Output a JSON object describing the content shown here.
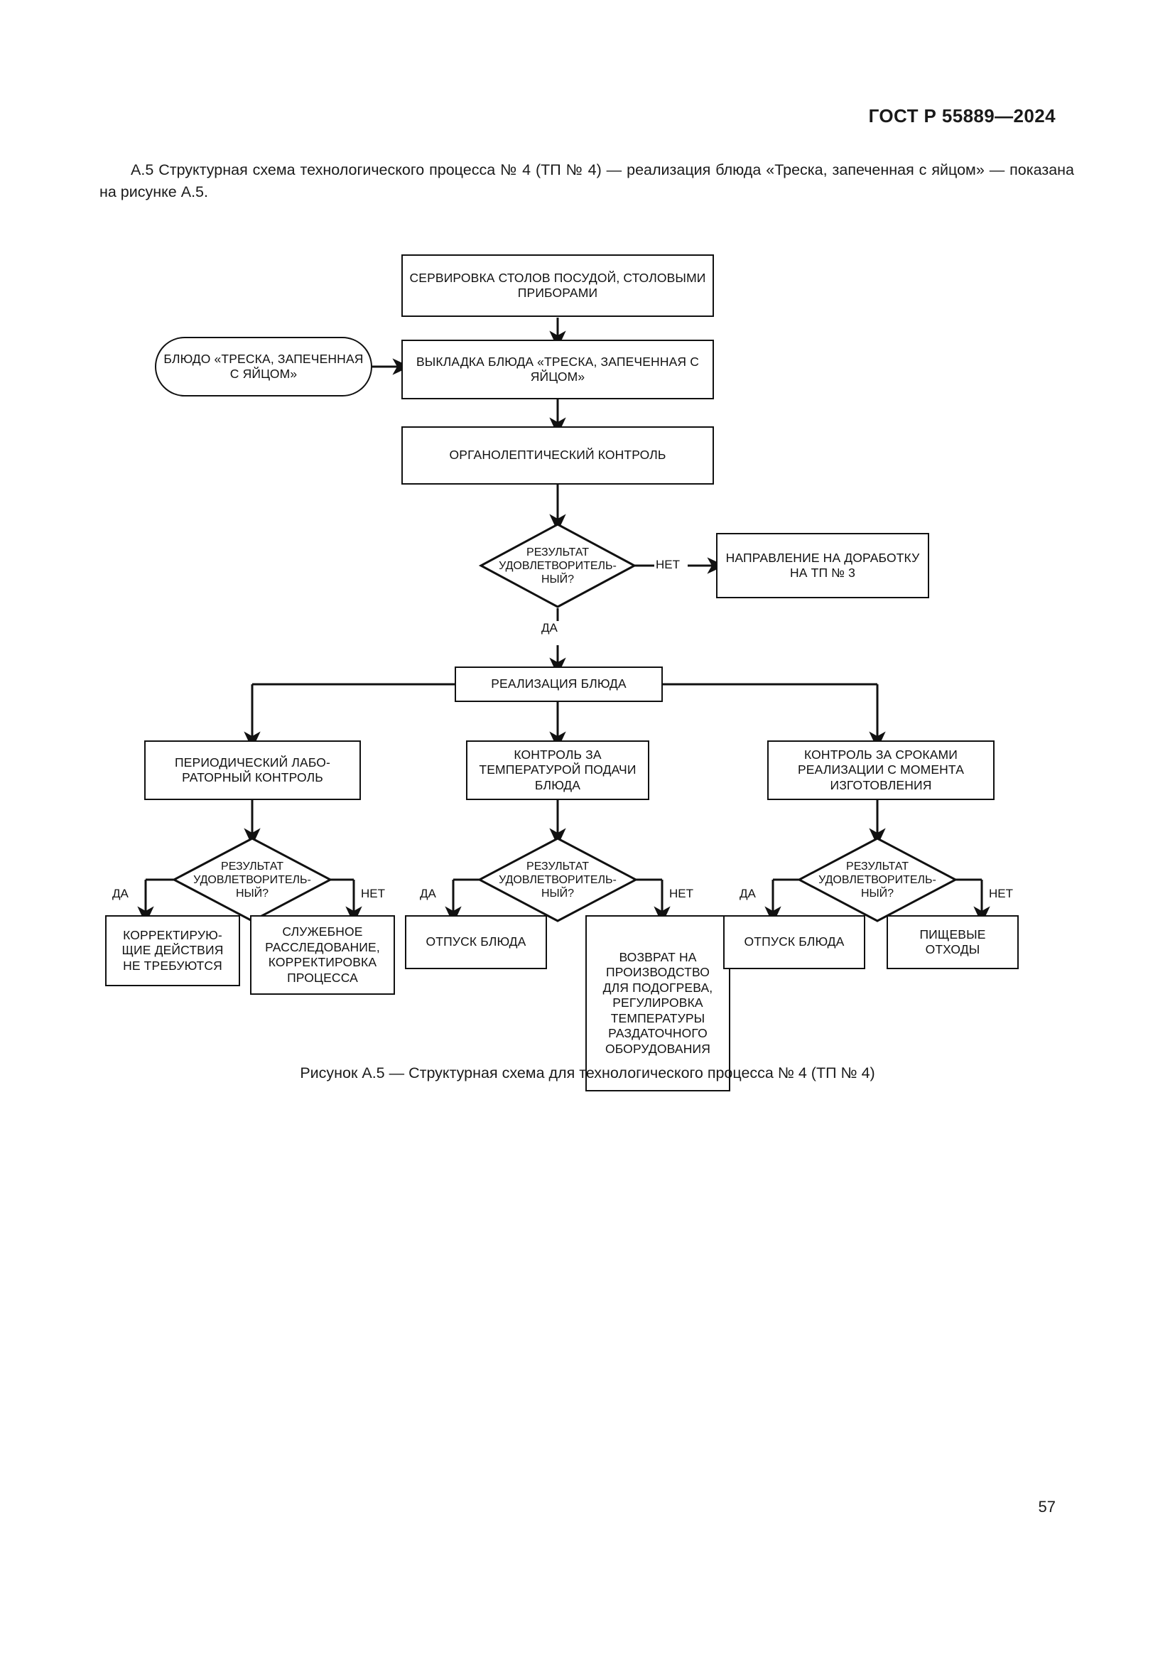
{
  "document": {
    "header": "ГОСТ Р 55889—2024",
    "page_number": "57"
  },
  "intro": {
    "text": "А.5 Структурная схема технологического процесса № 4 (ТП № 4) — реализация блюда «Треска, запеченная с яйцом» — показана на рисунке А.5."
  },
  "caption": {
    "text": "Рисунок А.5 — Структурная схема для технологического процесса № 4 (ТП № 4)"
  },
  "chart_data": {
    "type": "flowchart",
    "title": "Структурная схема для технологического процесса № 4 (ТП № 4)",
    "nodes": [
      {
        "id": "serving",
        "shape": "rect",
        "label": "СЕРВИРОВКА СТОЛОВ ПОСУДОЙ, СТОЛОВЫМИ ПРИБОРАМИ"
      },
      {
        "id": "dish",
        "shape": "oval",
        "label": "БЛЮДО «ТРЕСКА, ЗАПЕЧЕННАЯ С ЯЙЦОМ»"
      },
      {
        "id": "plating",
        "shape": "rect",
        "label": "ВЫКЛАДКА БЛЮДА «ТРЕСКА, ЗАПЕЧЕННАЯ С ЯЙЦОМ»"
      },
      {
        "id": "organoleptic",
        "shape": "rect",
        "label": "ОРГАНОЛЕПТИЧЕСКИЙ КОНТРОЛЬ"
      },
      {
        "id": "decision1",
        "shape": "diamond",
        "label": "РЕЗУЛЬТАТ УДОВЛЕТВОРИТЕЛЬ-НЫЙ?"
      },
      {
        "id": "rework",
        "shape": "rect",
        "label": "НАПРАВЛЕНИЕ НА ДОРАБОТКУ НА ТП № 3"
      },
      {
        "id": "realization",
        "shape": "rect",
        "label": "РЕАЛИЗАЦИЯ БЛЮДА"
      },
      {
        "id": "lab",
        "shape": "rect",
        "label": "ПЕРИОДИЧЕСКИЙ  ЛАБО-РАТОРНЫЙ  КОНТРОЛЬ"
      },
      {
        "id": "temp",
        "shape": "rect",
        "label": "КОНТРОЛЬ ЗА ТЕМПЕРАТУРОЙ ПОДАЧИ  БЛЮДА"
      },
      {
        "id": "terms",
        "shape": "rect",
        "label": "КОНТРОЛЬ ЗА СРОКАМИ РЕАЛИЗАЦИИ С МОМЕНТА ИЗГОТОВЛЕНИЯ"
      },
      {
        "id": "decision2",
        "shape": "diamond",
        "label": "РЕЗУЛЬТАТ УДОВЛЕТВОРИТЕЛЬ-НЫЙ?"
      },
      {
        "id": "decision3",
        "shape": "diamond",
        "label": "РЕЗУЛЬТАТ УДОВЛЕТВОРИТЕЛЬ-НЫЙ?"
      },
      {
        "id": "decision4",
        "shape": "diamond",
        "label": "РЕЗУЛЬТАТ УДОВЛЕТВОРИТЕЛЬ-НЫЙ?"
      },
      {
        "id": "no_action",
        "shape": "rect",
        "label": "КОРРЕКТИРУЮ-ЩИЕ ДЕЙСТВИЯ НЕ ТРЕБУЮТСЯ"
      },
      {
        "id": "investigation",
        "shape": "rect",
        "label": "СЛУЖЕБНОЕ РАССЛЕДОВАНИЕ, КОРРЕКТИРОВКА ПРОЦЕССА"
      },
      {
        "id": "release1",
        "shape": "rect",
        "label": "ОТПУСК БЛЮДА"
      },
      {
        "id": "return",
        "shape": "rect",
        "label": "ВОЗВРАТ НА ПРОИЗВОДСТВО ДЛЯ ПОДОГРЕВА, РЕГУЛИРОВКА ТЕМПЕРАТУРЫ РАЗДАТОЧНОГО ОБОРУДОВАНИЯ"
      },
      {
        "id": "release2",
        "shape": "rect",
        "label": "ОТПУСК БЛЮДА"
      },
      {
        "id": "waste",
        "shape": "rect",
        "label": "ПИЩЕВЫЕ ОТХОДЫ"
      }
    ],
    "edges": [
      {
        "from": "serving",
        "to": "plating",
        "label": ""
      },
      {
        "from": "dish",
        "to": "plating",
        "label": ""
      },
      {
        "from": "plating",
        "to": "organoleptic",
        "label": ""
      },
      {
        "from": "organoleptic",
        "to": "decision1",
        "label": ""
      },
      {
        "from": "decision1",
        "to": "rework",
        "label": "НЕТ"
      },
      {
        "from": "decision1",
        "to": "realization",
        "label": "ДА"
      },
      {
        "from": "realization",
        "to": "lab",
        "label": ""
      },
      {
        "from": "realization",
        "to": "temp",
        "label": ""
      },
      {
        "from": "realization",
        "to": "terms",
        "label": ""
      },
      {
        "from": "lab",
        "to": "decision2",
        "label": ""
      },
      {
        "from": "temp",
        "to": "decision3",
        "label": ""
      },
      {
        "from": "terms",
        "to": "decision4",
        "label": ""
      },
      {
        "from": "decision2",
        "to": "no_action",
        "label": "ДА"
      },
      {
        "from": "decision2",
        "to": "investigation",
        "label": "НЕТ"
      },
      {
        "from": "decision3",
        "to": "release1",
        "label": "ДА"
      },
      {
        "from": "decision3",
        "to": "return",
        "label": "НЕТ"
      },
      {
        "from": "decision4",
        "to": "release2",
        "label": "ДА"
      },
      {
        "from": "decision4",
        "to": "waste",
        "label": "НЕТ"
      }
    ],
    "edge_labels": {
      "d1_no": "НЕТ",
      "d1_yes": "ДА",
      "d2_yes": "ДА",
      "d2_no": "НЕТ",
      "d3_yes": "ДА",
      "d3_no": "НЕТ",
      "d4_yes": "ДА",
      "d4_no": "НЕТ"
    }
  }
}
